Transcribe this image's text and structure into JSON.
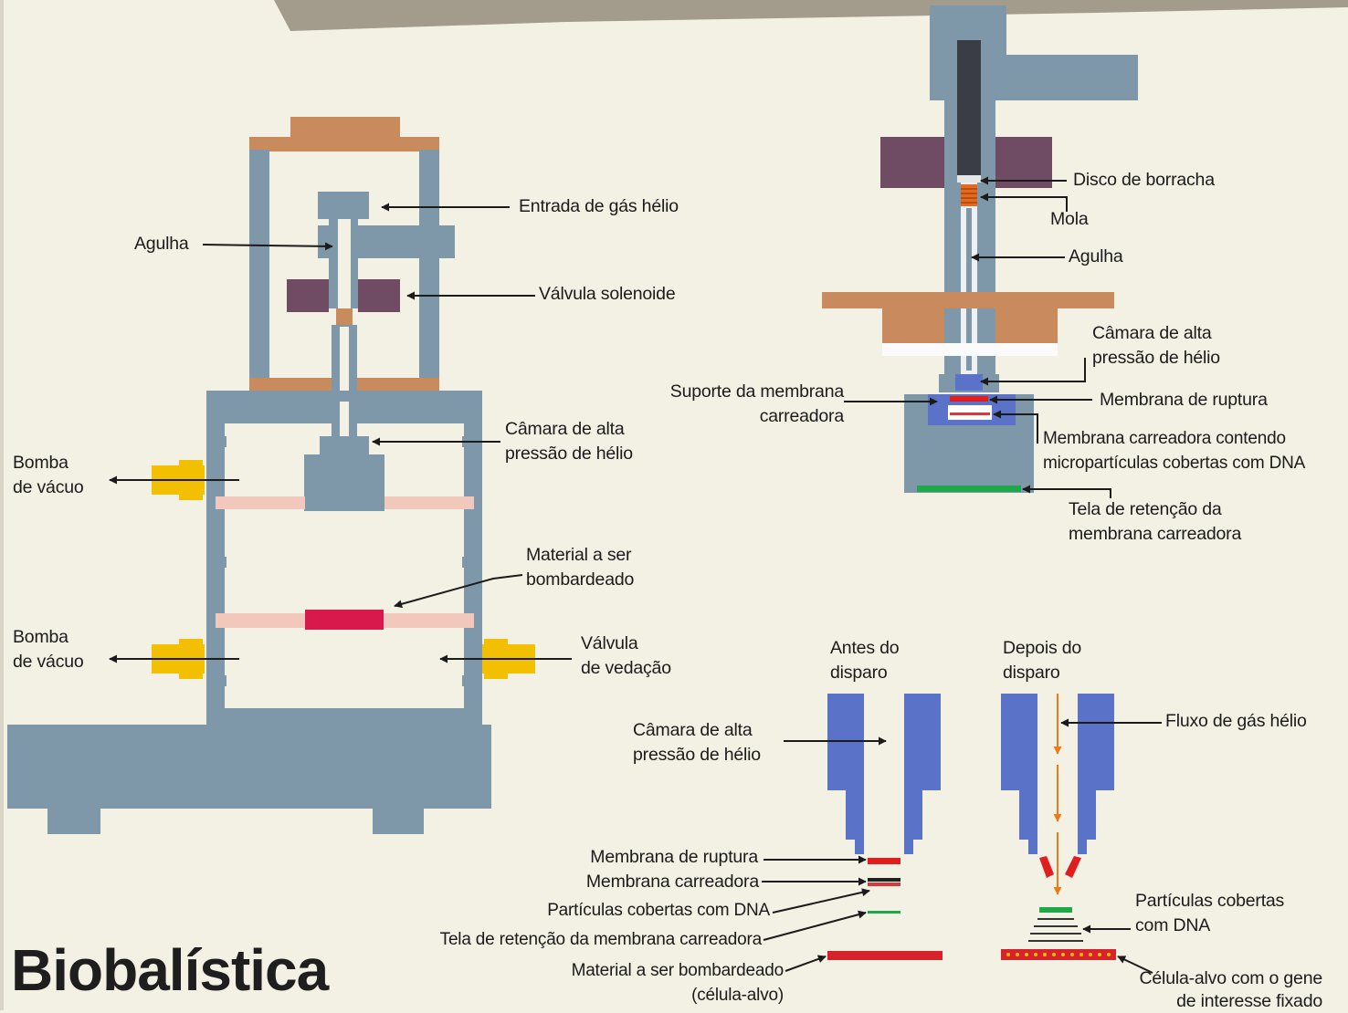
{
  "title": "Biobalística",
  "colors": {
    "background": "#f3f0e4",
    "device_gray": "#7e97a9",
    "copper": "#c98a5e",
    "solenoid": "#6f4b64",
    "pink_plate": "#f2c8bc",
    "target": "#d7194c",
    "valve_yellow": "#f2c000",
    "nozzle_blue": "#5a73c8",
    "rupture_red": "#e01e1e",
    "particle_green": "#1fa84a",
    "gas_flow_orange": "#ef7a1a",
    "needle_dark": "#3b3d45"
  },
  "main_device": {
    "needle": "Agulha",
    "helium_inlet": "Entrada de gás hélio",
    "solenoid_valve": "Válvula solenoide",
    "hp_chamber": "Câmara de alta\npressão de hélio",
    "vacuum_pump_top": "Bomba\nde vácuo",
    "target_material": "Material a ser\nbombardeado",
    "vacuum_pump_bottom": "Bomba\nde vácuo",
    "seal_valve": "Válvula\nde vedação"
  },
  "detail_view": {
    "rubber_disc": "Disco de borracha",
    "spring": "Mola",
    "needle": "Agulha",
    "hp_chamber": "Câmara de alta\npressão de hélio",
    "carrier_support": "Suporte da membrana\ncarreadora",
    "rupture_membrane": "Membrana de ruptura",
    "carrier_membrane": "Membrana carreadora contendo\nmicropartículas cobertas com DNA",
    "retention_screen": "Tela de retenção da\nmembrana carreadora"
  },
  "before_after": {
    "before": "Antes do\ndisparo",
    "after": "Depois do\ndisparo",
    "hp_chamber": "Câmara de alta\npressão de hélio",
    "gas_flow": "Fluxo de gás hélio",
    "rupture_membrane": "Membrana de ruptura",
    "carrier_membrane": "Membrana carreadora",
    "coated_particles": "Partículas cobertas com DNA",
    "retention_screen": "Tela de retenção da membrana carreadora",
    "target_material": "Material a ser bombardeado\n(célula-alvo)",
    "particles_after": "Partículas cobertas\ncom DNA",
    "target_cell": "Célula-alvo com o gene\nde interesse fixado"
  }
}
